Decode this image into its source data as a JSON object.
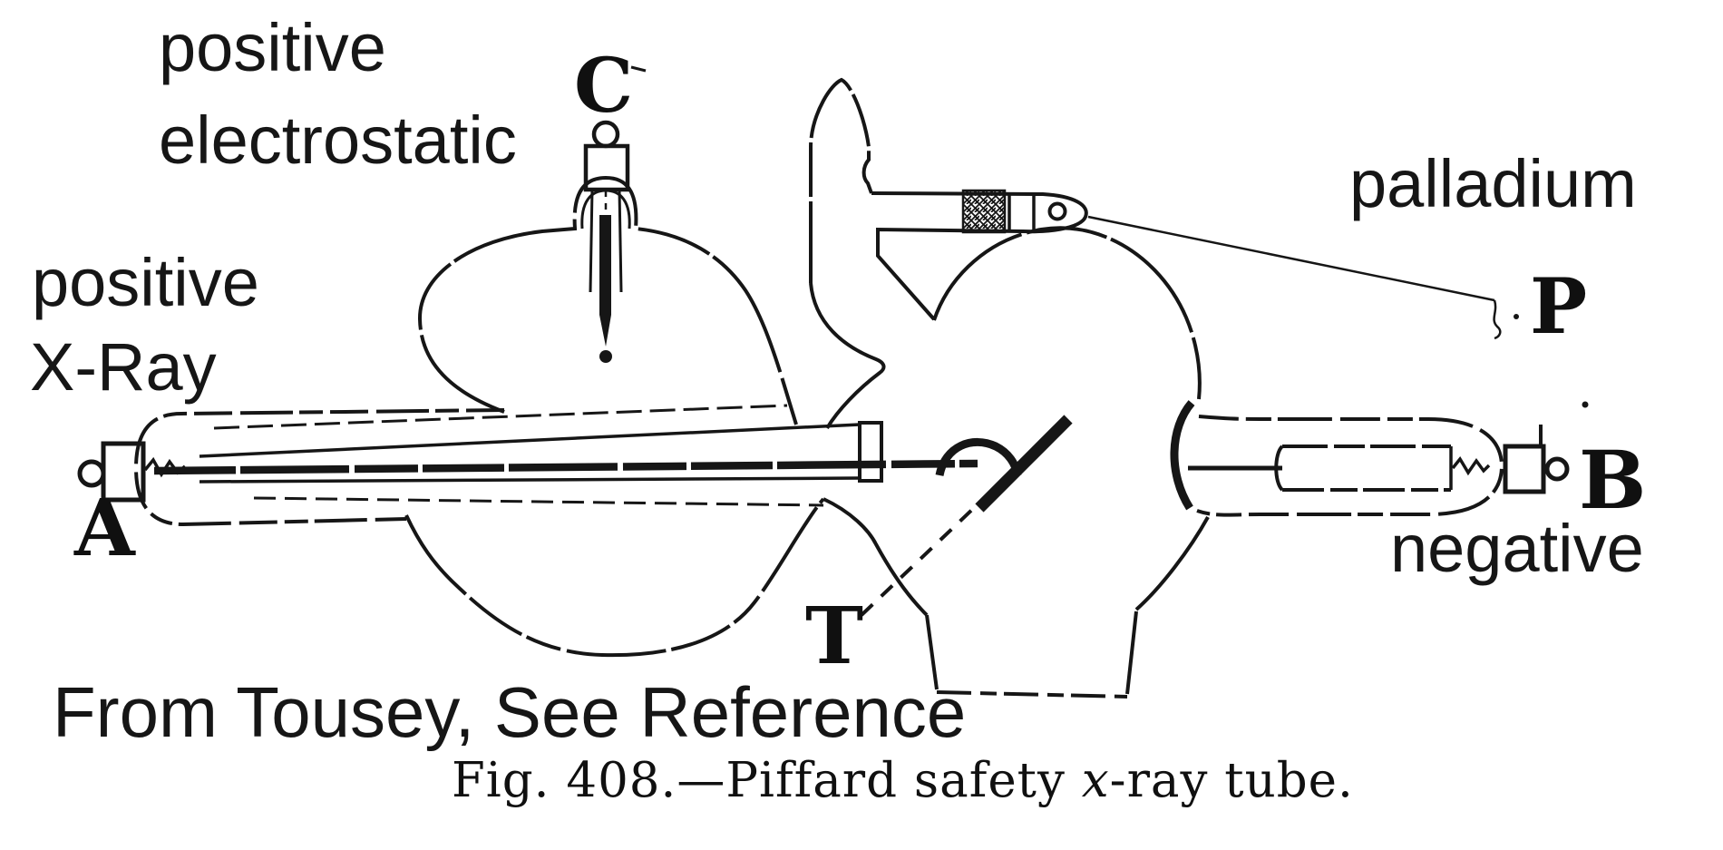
{
  "figure": {
    "credit": "From Tousey, See Reference",
    "caption_prefix": "Fig. 408.—Piffard safety ",
    "caption_italic": "x",
    "caption_suffix": "-ray tube."
  },
  "annotations": {
    "electrostatic_line1": "positive",
    "electrostatic_line2": "electrostatic",
    "xray_line1": "positive",
    "xray_line2": "X-Ray",
    "palladium": "palladium",
    "negative": "negative"
  },
  "part_labels": {
    "anode_terminal": "A",
    "cathode_terminal": "B",
    "electrostatic_electrode": "C",
    "palladium_tube": "P",
    "target": "T"
  },
  "colors": {
    "ink": "#161616",
    "background": "#ffffff"
  }
}
